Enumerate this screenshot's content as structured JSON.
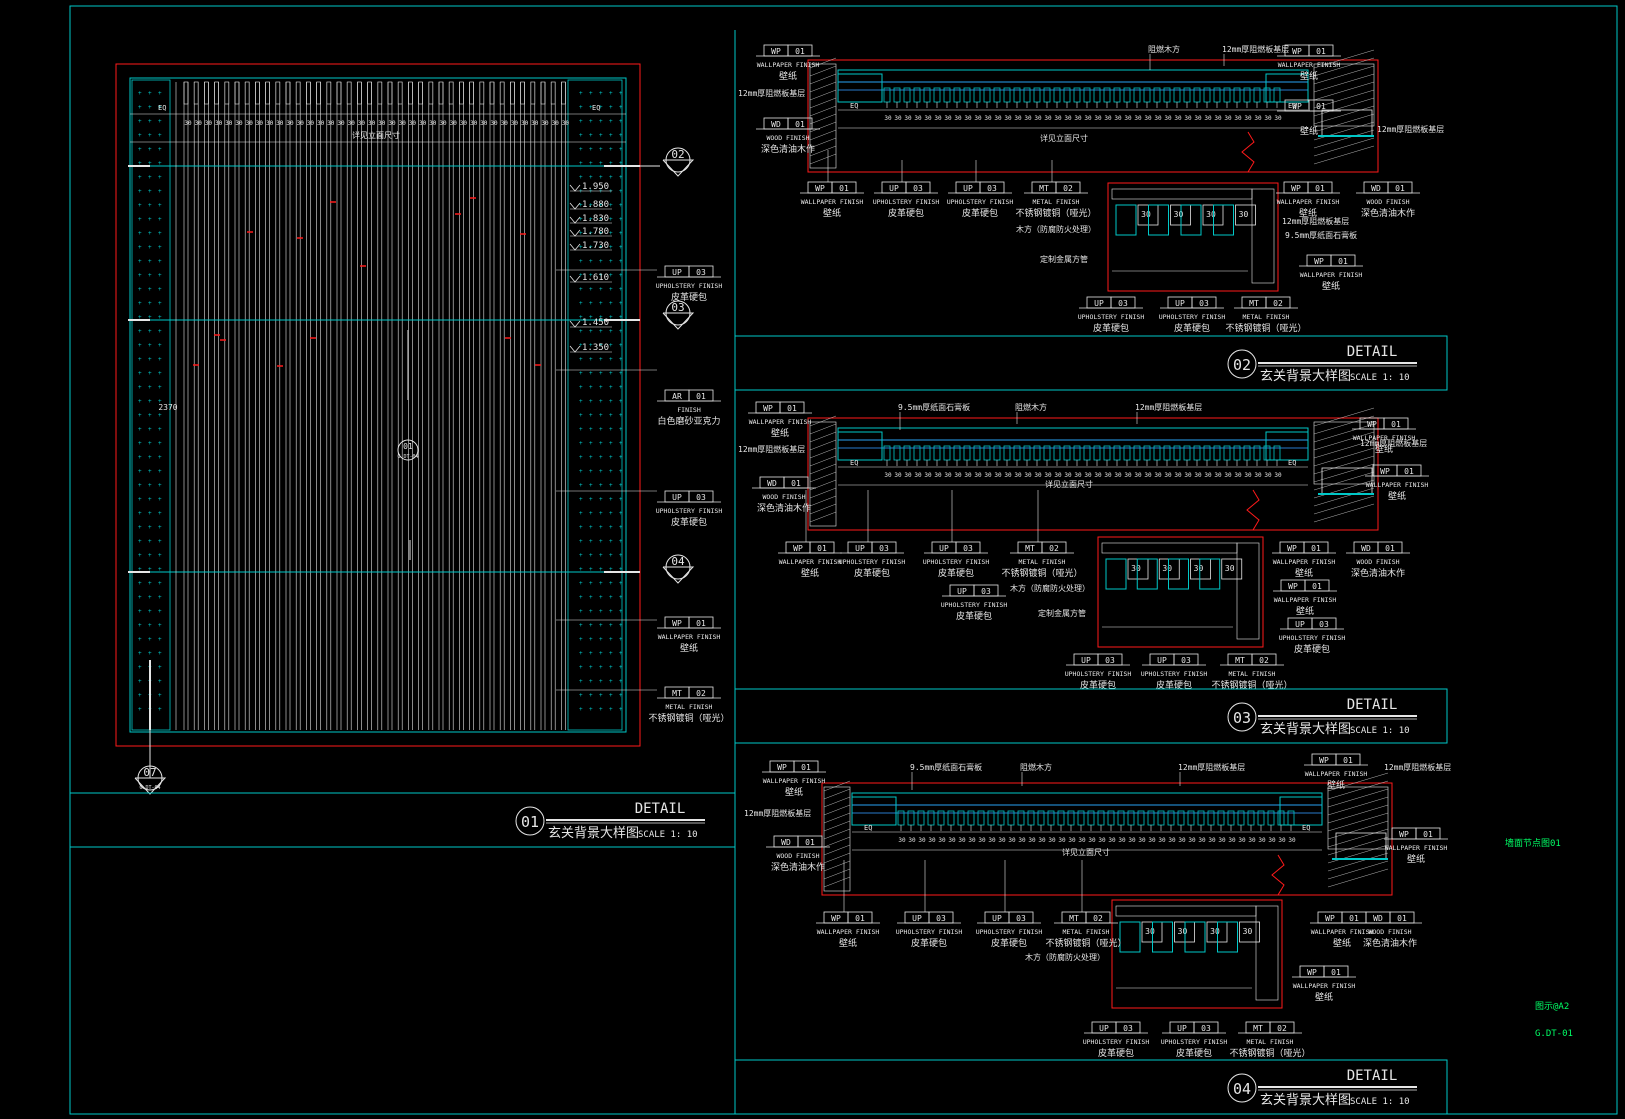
{
  "colors": {
    "background": "#000000",
    "cyan": "#00c8c8",
    "red": "#ff1a1a",
    "green": "#00ff66",
    "white": "#e6e6e6",
    "magenta": "#ff33cc",
    "blue": "#3399ff"
  },
  "side": {
    "label1": "墙面节点图01",
    "label2": "图示@A2",
    "label3": "G.DT-01"
  },
  "d1": {
    "title_en": "DETAIL",
    "title_cn": "玄关背景大样图",
    "scale": "SCALE  1: 10",
    "num": "01",
    "eq": "EQ",
    "w30": "30",
    "overall": "详见立面尺寸",
    "height": "2370",
    "marks": [
      "1.950",
      "1.880",
      "1.830",
      "1.780",
      "1.730",
      "1.610",
      "1.450",
      "1.350"
    ],
    "sec02": "02",
    "sec03": "03",
    "sec04": "04",
    "sec01": "01",
    "sec07": "07",
    "sub": "G.DT-04",
    "tags": [
      {
        "code": "UP",
        "num": "03",
        "en": "UPHOLSTERY FINISH",
        "cn": "皮革硬包"
      },
      {
        "code": "AR",
        "num": "01",
        "en": "FINISH",
        "cn": "白色磨砂亚克力"
      },
      {
        "code": "UP",
        "num": "03",
        "en": "UPHOLSTERY FINISH",
        "cn": "皮革硬包"
      },
      {
        "code": "WP",
        "num": "01",
        "en": "WALLPAPER FINISH",
        "cn": "壁纸"
      },
      {
        "code": "MT",
        "num": "02",
        "en": "METAL FINISH",
        "cn": "不锈钢镀铜（哑光）"
      }
    ]
  },
  "d2": {
    "title_en": "DETAIL",
    "title_cn": "玄关背景大样图",
    "scale": "SCALE  1: 10",
    "num": "02",
    "notes": [
      "阻燃木方",
      "12mm厚阻燃板基层",
      "12mm厚阻燃板基层",
      "12mm厚阻燃板基层",
      "木方（防腐防火处理）",
      "9.5mm厚纸面石膏板",
      "定制金属方管",
      "12mm厚阻燃板基层",
      "详见立面尺寸"
    ],
    "tags": [
      {
        "code": "WP",
        "num": "01",
        "en": "WALLPAPER FINISH",
        "cn": "壁纸"
      },
      {
        "code": "WP",
        "num": "01",
        "en": "WALLPAPER FINISH",
        "cn": "壁纸"
      },
      {
        "code": "WD",
        "num": "01",
        "en": "WOOD FINISH",
        "cn": "深色清油木作"
      },
      {
        "code": "WP",
        "num": "01",
        "en": "",
        "cn": "壁纸"
      },
      {
        "code": "WP",
        "num": "01",
        "en": "WALLPAPER FINISH",
        "cn": "壁纸"
      },
      {
        "code": "UP",
        "num": "03",
        "en": "UPHOLSTERY FINISH",
        "cn": "皮革硬包"
      },
      {
        "code": "UP",
        "num": "03",
        "en": "UPHOLSTERY FINISH",
        "cn": "皮革硬包"
      },
      {
        "code": "MT",
        "num": "02",
        "en": "METAL FINISH",
        "cn": "不锈钢镀铜（哑光）"
      },
      {
        "code": "WP",
        "num": "01",
        "en": "WALLPAPER FINISH",
        "cn": "壁纸"
      },
      {
        "code": "WD",
        "num": "01",
        "en": "WOOD FINISH",
        "cn": "深色清油木作"
      },
      {
        "code": "WP",
        "num": "01",
        "en": "WALLPAPER FINISH",
        "cn": "壁纸"
      },
      {
        "code": "UP",
        "num": "03",
        "en": "UPHOLSTERY FINISH",
        "cn": "皮革硬包"
      },
      {
        "code": "UP",
        "num": "03",
        "en": "UPHOLSTERY FINISH",
        "cn": "皮革硬包"
      },
      {
        "code": "MT",
        "num": "02",
        "en": "METAL FINISH",
        "cn": "不锈钢镀铜（哑光）"
      }
    ]
  },
  "d3": {
    "title_en": "DETAIL",
    "title_cn": "玄关背景大样图",
    "scale": "SCALE  1: 10",
    "num": "03",
    "notes": [
      "9.5mm厚纸面石膏板",
      "阻燃木方",
      "12mm厚阻燃板基层",
      "12mm厚阻燃板基层",
      "12mm厚阻燃板基层",
      "详见立面尺寸",
      "木方（防腐防火处理）",
      "定制金属方管"
    ],
    "tags": [
      {
        "code": "WP",
        "num": "01",
        "en": "WALLPAPER FINISH",
        "cn": "壁纸"
      },
      {
        "code": "WP",
        "num": "01",
        "en": "WALLPAPER FINISH",
        "cn": "壁纸"
      },
      {
        "code": "WD",
        "num": "01",
        "en": "WOOD FINISH",
        "cn": "深色清油木作"
      },
      {
        "code": "WP",
        "num": "01",
        "en": "WALLPAPER FINISH",
        "cn": "壁纸"
      },
      {
        "code": "WP",
        "num": "01",
        "en": "WALLPAPER FINISH",
        "cn": "壁纸"
      },
      {
        "code": "UP",
        "num": "03",
        "en": "UPHOLSTERY FINISH",
        "cn": "皮革硬包"
      },
      {
        "code": "UP",
        "num": "03",
        "en": "UPHOLSTERY FINISH",
        "cn": "皮革硬包"
      },
      {
        "code": "MT",
        "num": "02",
        "en": "METAL FINISH",
        "cn": "不锈钢镀铜（哑光）"
      },
      {
        "code": "UP",
        "num": "03",
        "en": "UPHOLSTERY FINISH",
        "cn": "皮革硬包"
      },
      {
        "code": "WP",
        "num": "01",
        "en": "WALLPAPER FINISH",
        "cn": "壁纸"
      },
      {
        "code": "WD",
        "num": "01",
        "en": "WOOD FINISH",
        "cn": "深色清油木作"
      },
      {
        "code": "WP",
        "num": "01",
        "en": "WALLPAPER FINISH",
        "cn": "壁纸"
      },
      {
        "code": "UP",
        "num": "03",
        "en": "UPHOLSTERY FINISH",
        "cn": "皮革硬包"
      },
      {
        "code": "UP",
        "num": "03",
        "en": "UPHOLSTERY FINISH",
        "cn": "皮革硬包"
      },
      {
        "code": "UP",
        "num": "03",
        "en": "UPHOLSTERY FINISH",
        "cn": "皮革硬包"
      },
      {
        "code": "MT",
        "num": "02",
        "en": "METAL FINISH",
        "cn": "不锈钢镀铜（哑光）"
      }
    ]
  },
  "d4": {
    "title_en": "DETAIL",
    "title_cn": "玄关背景大样图",
    "scale": "SCALE  1: 10",
    "num": "04",
    "notes": [
      "9.5mm厚纸面石膏板",
      "阻燃木方",
      "12mm厚阻燃板基层",
      "12mm厚阻燃板基层",
      "12mm厚阻燃板基层",
      "详见立面尺寸",
      "木方（防腐防火处理）"
    ],
    "tags": [
      {
        "code": "WP",
        "num": "01",
        "en": "WALLPAPER FINISH",
        "cn": "壁纸"
      },
      {
        "code": "WP",
        "num": "01",
        "en": "WALLPAPER FINISH",
        "cn": "壁纸"
      },
      {
        "code": "WD",
        "num": "01",
        "en": "WOOD FINISH",
        "cn": "深色清油木作"
      },
      {
        "code": "WP",
        "num": "01",
        "en": "WALLPAPER FINISH",
        "cn": "壁纸"
      },
      {
        "code": "WP",
        "num": "01",
        "en": "WALLPAPER FINISH",
        "cn": "壁纸"
      },
      {
        "code": "UP",
        "num": "03",
        "en": "UPHOLSTERY FINISH",
        "cn": "皮革硬包"
      },
      {
        "code": "UP",
        "num": "03",
        "en": "UPHOLSTERY FINISH",
        "cn": "皮革硬包"
      },
      {
        "code": "MT",
        "num": "02",
        "en": "METAL FINISH",
        "cn": "不锈钢镀铜（哑光）"
      },
      {
        "code": "WP",
        "num": "01",
        "en": "WALLPAPER FINISH",
        "cn": "壁纸"
      },
      {
        "code": "WD",
        "num": "01",
        "en": "WOOD FINISH",
        "cn": "深色清油木作"
      },
      {
        "code": "WP",
        "num": "01",
        "en": "WALLPAPER FINISH",
        "cn": "壁纸"
      },
      {
        "code": "UP",
        "num": "03",
        "en": "UPHOLSTERY FINISH",
        "cn": "皮革硬包"
      },
      {
        "code": "UP",
        "num": "03",
        "en": "UPHOLSTERY FINISH",
        "cn": "皮革硬包"
      },
      {
        "code": "MT",
        "num": "02",
        "en": "METAL FINISH",
        "cn": "不锈钢镀铜（哑光）"
      }
    ]
  }
}
